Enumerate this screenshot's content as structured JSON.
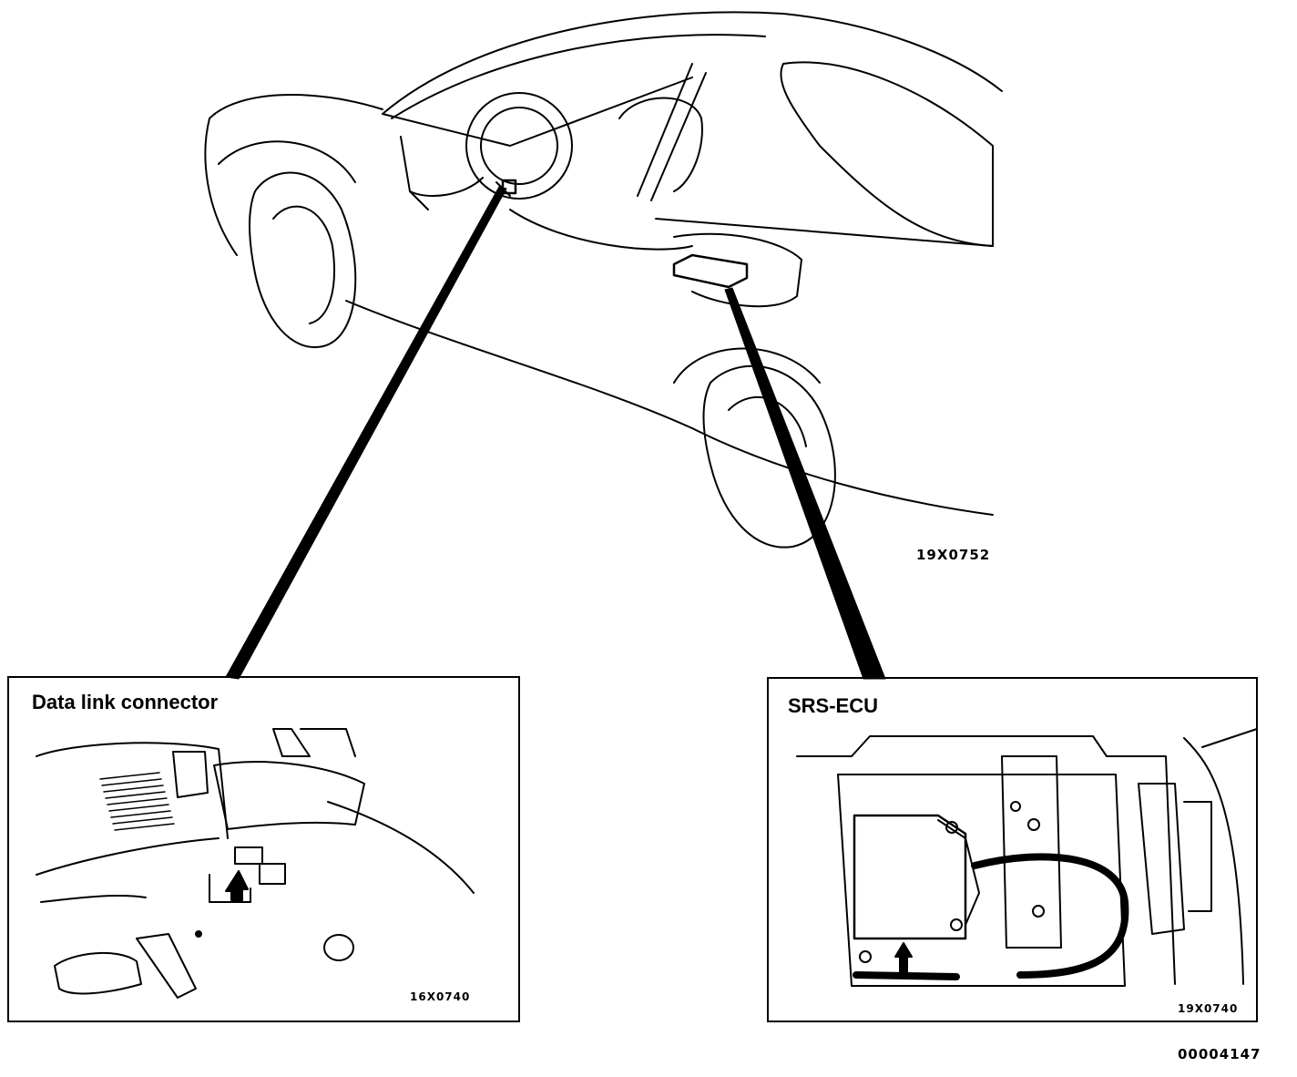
{
  "figure_codes": {
    "vehicle": "19X0752",
    "dlc_inset": "16X0740",
    "ecu_inset": "19X0740",
    "document": "00004147"
  },
  "insets": {
    "left": {
      "title": "Data link connector"
    },
    "right": {
      "title": "SRS-ECU"
    }
  },
  "colors": {
    "ink": "#000000",
    "paper": "#ffffff"
  }
}
